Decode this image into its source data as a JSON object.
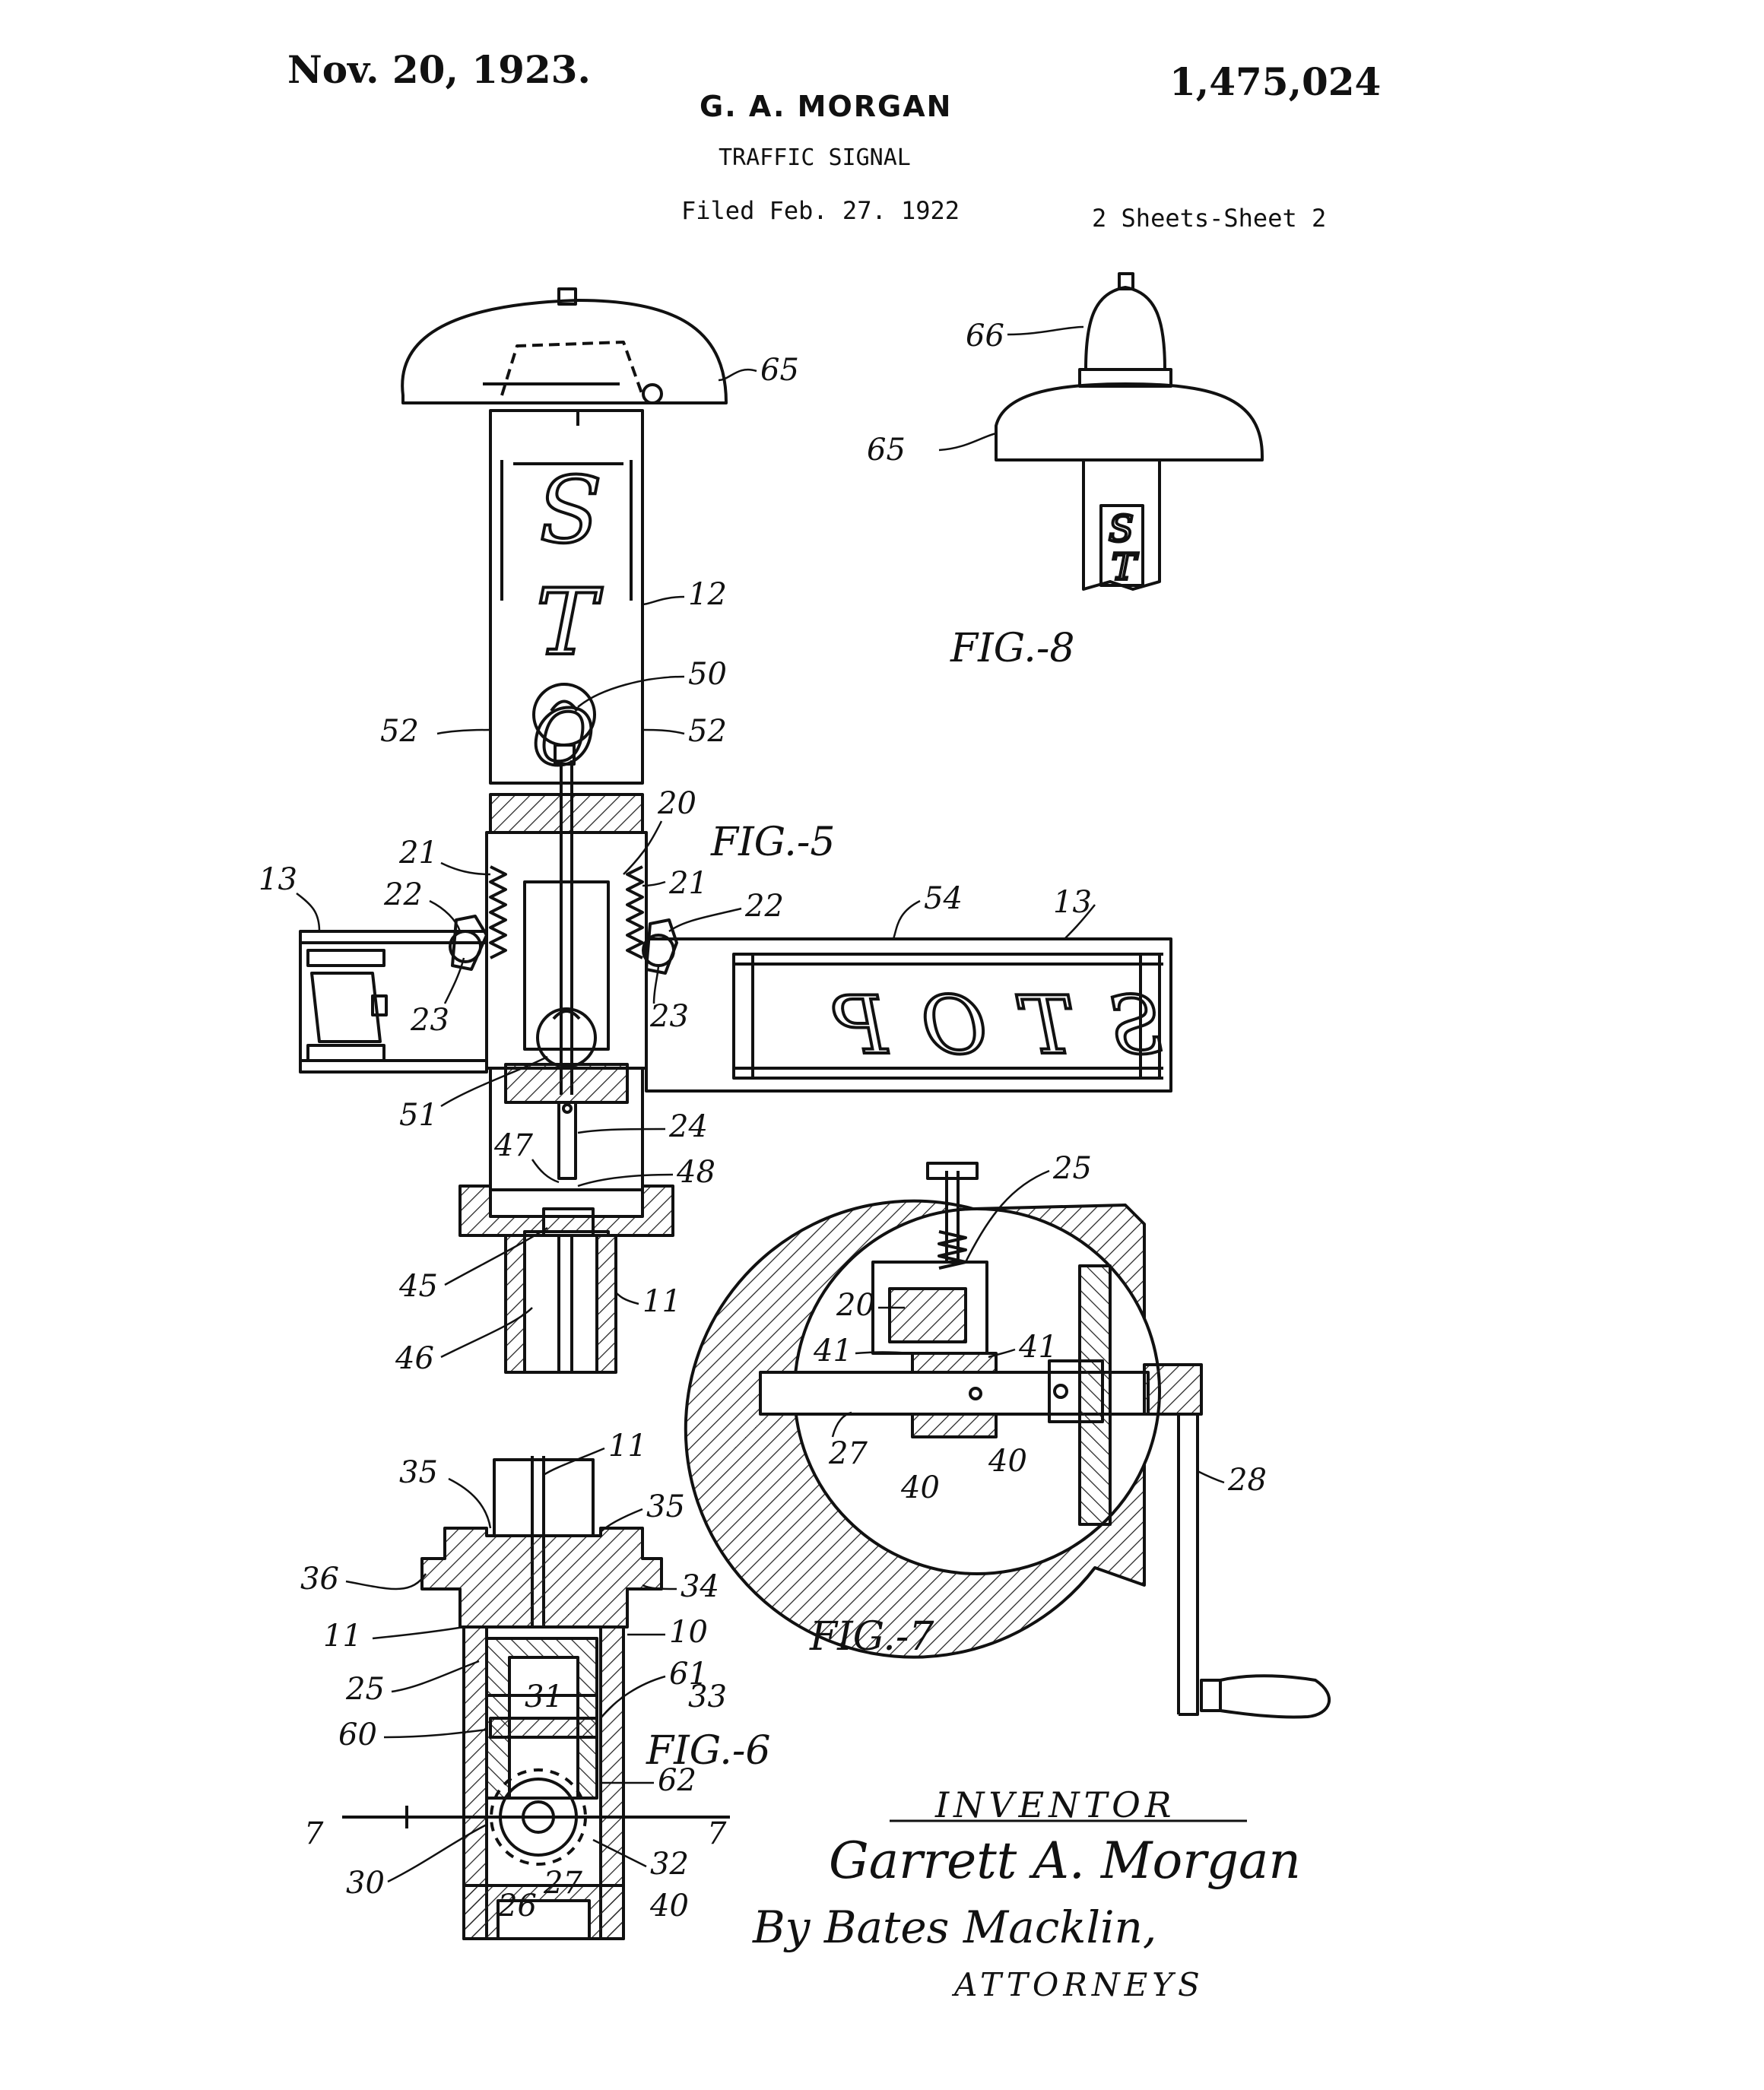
{
  "header": {
    "date": "Nov. 20, 1923.",
    "patent_number": "1,475,024",
    "inventor": "G. A. MORGAN",
    "title": "TRAFFIC SIGNAL",
    "filed": "Filed Feb. 27. 1922",
    "sheets": "2 Sheets-Sheet 2"
  },
  "figures": {
    "fig5": "FIG.-5",
    "fig6": "FIG.-6",
    "fig7": "FIG.-7",
    "fig8": "FIG.-8"
  },
  "signs": {
    "vertical_letters": [
      "S",
      "T",
      "O"
    ],
    "horizontal_word": "STOP",
    "small_letters": [
      "S",
      "T"
    ]
  },
  "refs": {
    "r65a": "65",
    "r66": "66",
    "r65b": "65",
    "r12": "12",
    "r50": "50",
    "r52a": "52",
    "r52b": "52",
    "r20a": "20",
    "r21a": "21",
    "r21b": "21",
    "r13a": "13",
    "r22a": "22",
    "r22b": "22",
    "r54": "54",
    "r13b": "13",
    "r23a": "23",
    "r23b": "23",
    "r51": "51",
    "r24": "24",
    "r47": "47",
    "r48": "48",
    "r45": "45",
    "r11a": "11",
    "r46": "46",
    "r25a": "25",
    "r20b": "20",
    "r41a": "41",
    "r41b": "41",
    "r27a": "27",
    "r40a": "40",
    "r40b": "40",
    "r28": "28",
    "r35a": "35",
    "r11b": "11",
    "r35b": "35",
    "r36": "36",
    "r34": "34",
    "r11c": "11",
    "r10": "10",
    "r25b": "25",
    "r61": "61",
    "r31": "31",
    "r33": "33",
    "r60": "60",
    "r62": "62",
    "r7a": "7",
    "r7b": "7",
    "r30": "30",
    "r32": "32",
    "r26": "26",
    "r27b": "27",
    "r40c": "40"
  },
  "signature": {
    "heading": "INVENTOR",
    "name": "Garrett A. Morgan",
    "by_line": "By Bates Macklin,",
    "attorneys": "ATTORNEYS"
  }
}
